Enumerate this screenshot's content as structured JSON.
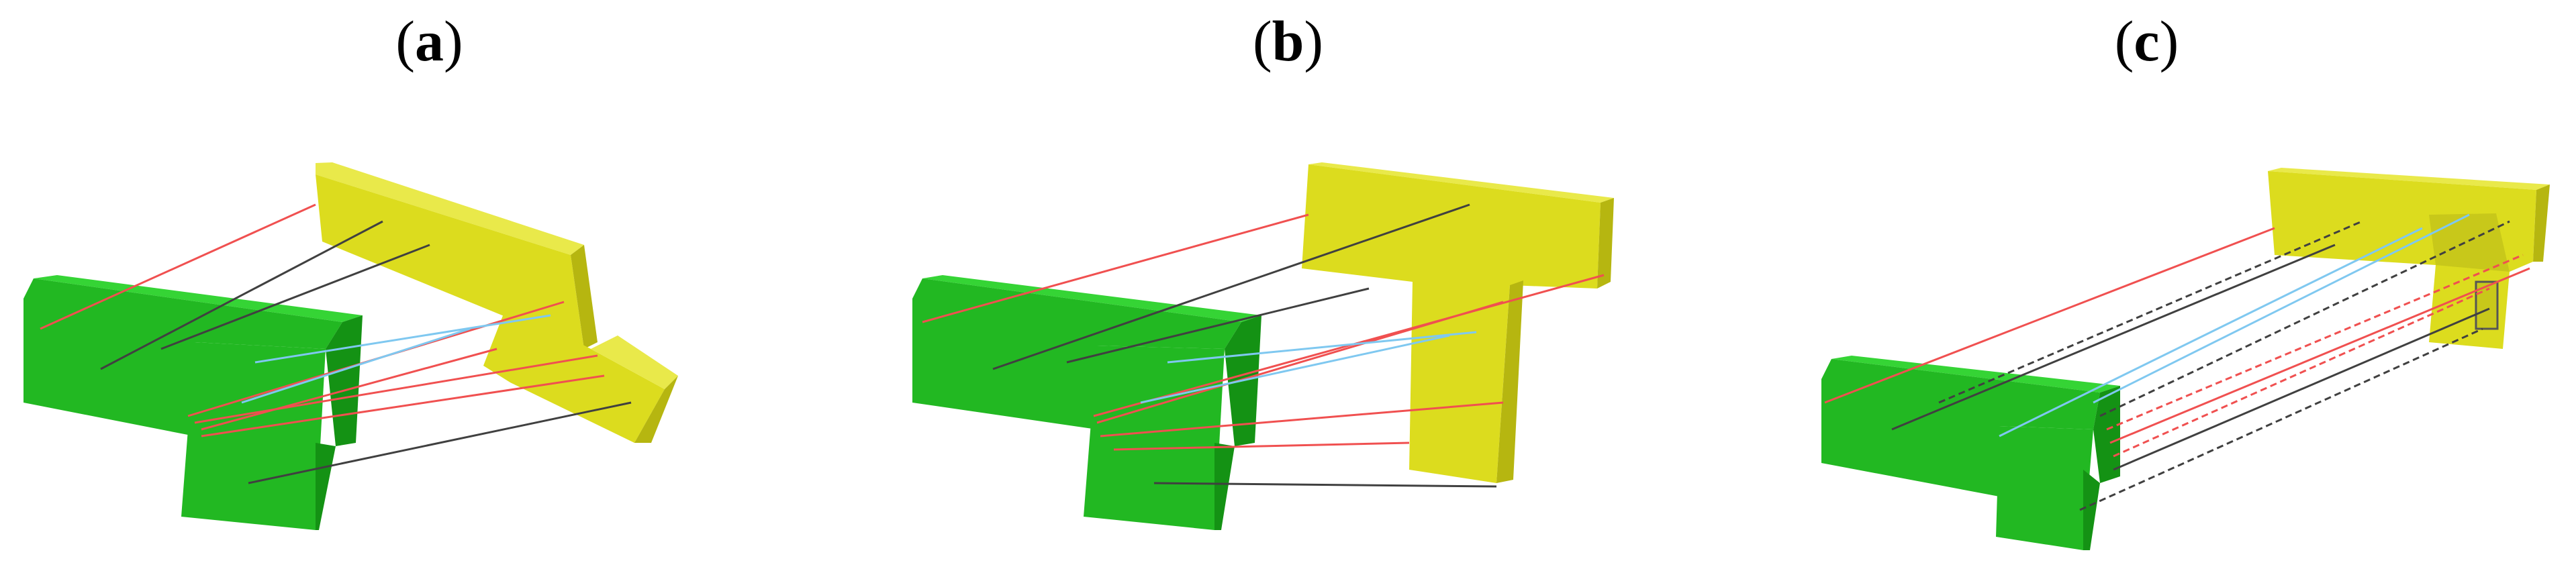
{
  "panels": [
    {
      "id": "a",
      "paren_open": "(",
      "letter": "a",
      "paren_close": ")"
    },
    {
      "id": "b",
      "paren_open": "(",
      "letter": "b",
      "paren_close": ")"
    },
    {
      "id": "c",
      "paren_open": "(",
      "letter": "c",
      "paren_close": ")"
    }
  ],
  "colors": {
    "green_front": "#22b822",
    "green_side": "#149214",
    "green_top": "#35d435",
    "yellow_front": "#dcdc1e",
    "yellow_side": "#b6b610",
    "yellow_top": "#e9e94a",
    "line_red": "#f05050",
    "line_black": "#404040",
    "line_blue": "#7fc8f0"
  }
}
